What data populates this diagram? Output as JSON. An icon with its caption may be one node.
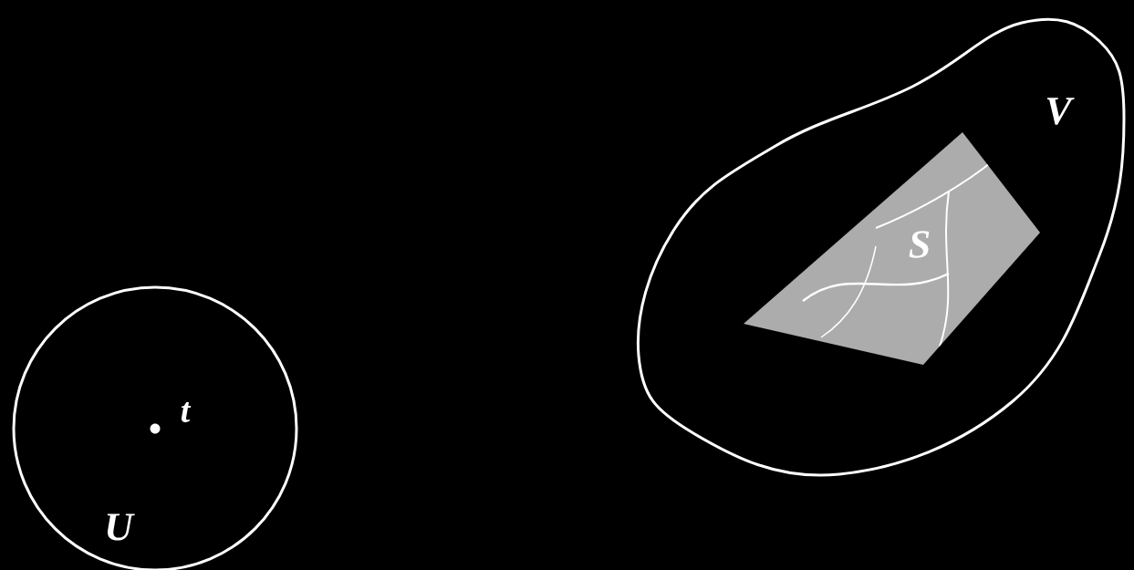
{
  "diagram": {
    "nodes": [
      {
        "text": [
          "U"
        ]
      },
      {
        "text": [
          "t"
        ],
        "in": 0
      },
      {
        "text": [
          "V"
        ]
      },
      {
        "text": [
          "S"
        ],
        "in": 2
      }
    ]
  }
}
